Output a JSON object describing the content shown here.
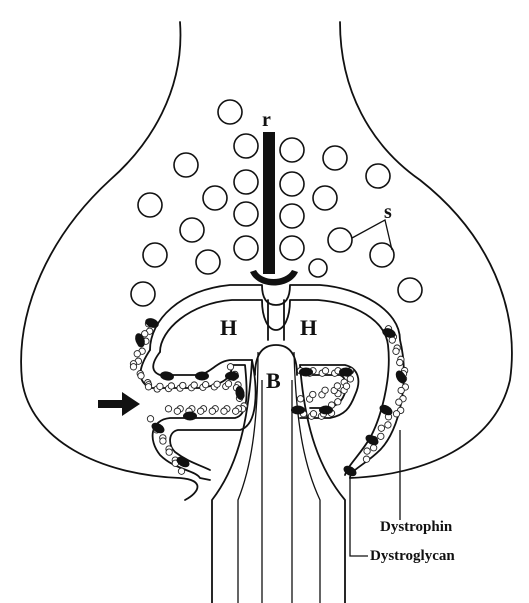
{
  "labels": {
    "r": "r",
    "s": "s",
    "h_left": "H",
    "h_right": "H",
    "b": "B",
    "dystrophin": "Dystrophin",
    "dystroglycan": "Dystroglycan"
  }
}
